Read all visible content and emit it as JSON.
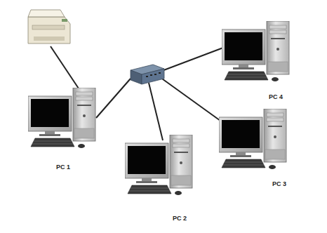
{
  "diagram": {
    "labels": [
      "PC 1",
      "PC 2",
      "PC 3",
      "PC 4"
    ]
  }
}
